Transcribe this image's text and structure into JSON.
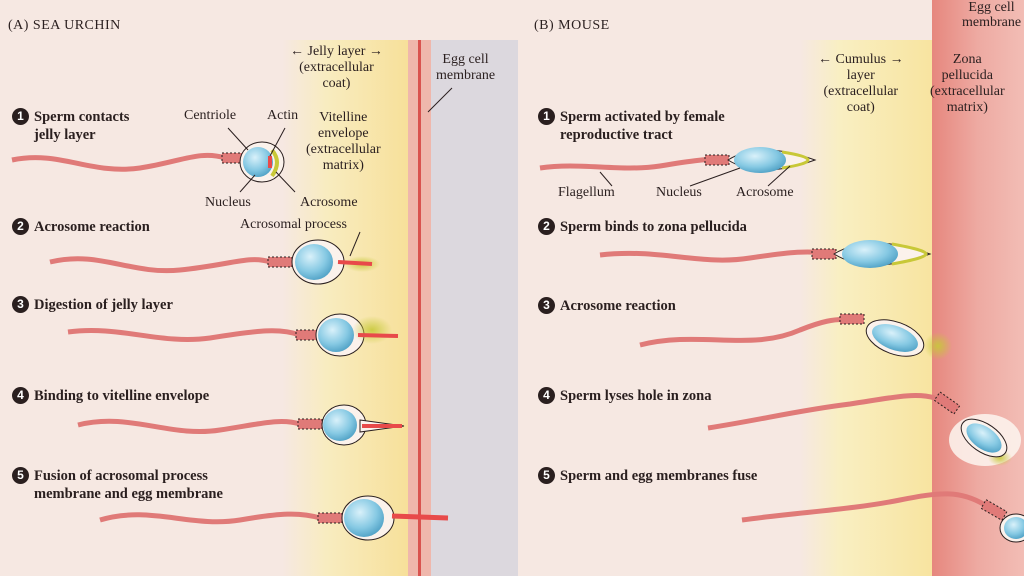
{
  "panels": {
    "a_title": "(A) SEA URCHIN",
    "b_title": "(B) MOUSE"
  },
  "sea_urchin": {
    "labels": {
      "jelly_layer": "← Jelly layer →\n(extracellular\ncoat)",
      "egg_cell_membrane": "Egg cell\nmembrane",
      "centriole": "Centriole",
      "actin": "Actin",
      "vitelline_envelope": "Vitelline\nenvelope\n(extracellular\nmatrix)",
      "nucleus": "Nucleus",
      "acrosome": "Acrosome",
      "acrosomal_process": "Acrosomal process"
    },
    "steps": [
      {
        "num": "1",
        "text": "Sperm contacts\njelly layer"
      },
      {
        "num": "2",
        "text": "Acrosome reaction"
      },
      {
        "num": "3",
        "text": "Digestion of jelly layer"
      },
      {
        "num": "4",
        "text": "Binding to vitelline envelope"
      },
      {
        "num": "5",
        "text": "Fusion of acrosomal process\nmembrane and egg membrane"
      }
    ]
  },
  "mouse": {
    "labels": {
      "egg_cell_membrane": "Egg cell\nmembrane",
      "cumulus_layer": "← Cumulus →\nlayer\n(extracellular\ncoat)",
      "zona_pellucida": "Zona\npellucida\n(extracellular\nmatrix)",
      "flagellum": "Flagellum",
      "nucleus": "Nucleus",
      "acrosome": "Acrosome"
    },
    "steps": [
      {
        "num": "1",
        "text": "Sperm activated by female\nreproductive tract"
      },
      {
        "num": "2",
        "text": "Sperm binds to zona pellucida"
      },
      {
        "num": "3",
        "text": "Acrosome reaction"
      },
      {
        "num": "4",
        "text": "Sperm lyses hole in zona"
      },
      {
        "num": "5",
        "text": "Sperm and egg membranes fuse"
      }
    ]
  },
  "colors": {
    "background": "#f6e8e2",
    "jelly_layer": "#f7e7a8",
    "vitelline": "#efb7ac",
    "egg_membrane_band": "#dcd6dc",
    "zona_pellucida": "#eaa39a",
    "flagellum": "#e07a78",
    "sperm_head": "#8fd0e8",
    "acrosome": "#e84a4a"
  }
}
